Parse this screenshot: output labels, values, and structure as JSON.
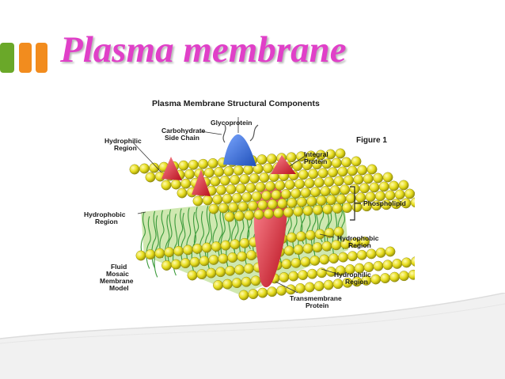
{
  "slide": {
    "title": "Plasma membrane",
    "title_color": "#e040c8",
    "bullet_colors": [
      "#6aa829",
      "#f28c1e",
      "#f28c1e"
    ]
  },
  "figure": {
    "heading": "Plasma Membrane Structural Components",
    "figure_number": "Figure 1",
    "labels": {
      "glycoprotein": "Glycoprotein",
      "carbohydrate_1": "Carbohydrate",
      "carbohydrate_2": "Side Chain",
      "hydrophilic_left_1": "Hydrophilic",
      "hydrophilic_left_2": "Region",
      "integral_1": "Integral",
      "integral_2": "Protein",
      "phospholipid": "Phospholipid",
      "hydrophobic_left_1": "Hydrophobic",
      "hydrophobic_left_2": "Region",
      "hydrophobic_right_1": "Hydrophobic",
      "hydrophobic_right_2": "Region",
      "hydrophilic_right_1": "Hydrophilic",
      "hydrophilic_right_2": "Region",
      "fluid_1": "Fluid",
      "fluid_2": "Mosaic",
      "fluid_3": "Membrane",
      "fluid_4": "Model",
      "transmembrane_1": "Transmembrane",
      "transmembrane_2": "Protein"
    },
    "colors": {
      "phospholipid_head": "#e6dc1c",
      "lipid_tail": "#3a9a3a",
      "glycoprotein": "#3c6fd6",
      "protein": "#e02a3a"
    }
  }
}
